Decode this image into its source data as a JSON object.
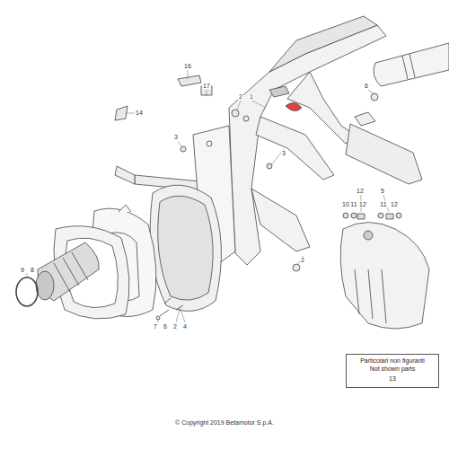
{
  "diagram": {
    "nodes": [
      {
        "text": [
          "Particolari non figuranti",
          "Not shown parts",
          "13"
        ]
      }
    ],
    "labels": [
      "16",
      "17",
      "2",
      "1",
      "14",
      "6",
      "3",
      "3",
      "12",
      "5",
      "10",
      "11",
      "12",
      "11",
      "12",
      "2",
      "9",
      "8",
      "7",
      "6",
      "2",
      "4",
      "© Copyright 2019 Betamotor S.p.A."
    ]
  }
}
